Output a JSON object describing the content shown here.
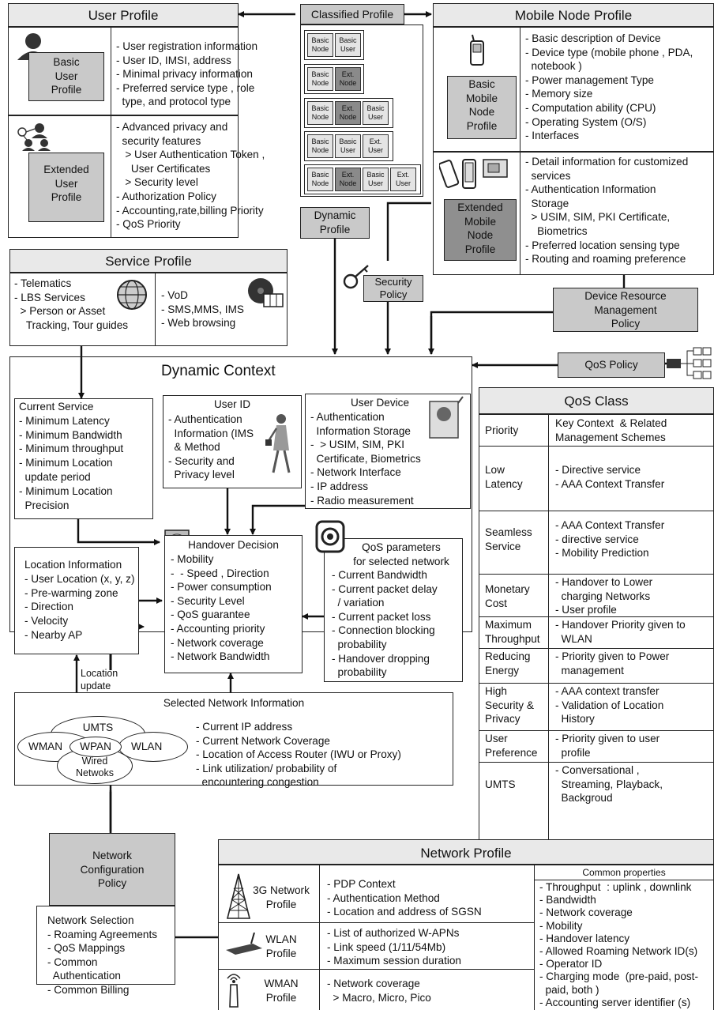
{
  "user_profile": {
    "title": "User Profile",
    "basic_label": "Basic\nUser\nProfile",
    "basic_items": "- User registration information\n- User ID, IMSI, address\n- Minimal privacy information\n- Preferred service type , role\n  type, and protocol type",
    "extended_label": "Extended\nUser\nProfile",
    "extended_items": "- Advanced privacy and\n  security features\n   > User Authentication Token ,\n     User Certificates\n   > Security level\n- Authorization Policy\n- Accounting,rate,billing Priority\n- QoS Priority"
  },
  "classified_profile": {
    "title": "Classified Profile",
    "rows": [
      [
        "Basic\nNode",
        "Basic\nUser"
      ],
      [
        "Basic\nNode",
        "Ext.\nNode"
      ],
      [
        "Basic\nNode",
        "Ext.\nNode",
        "Basic\nUser"
      ],
      [
        "Basic\nNode",
        "Basic\nUser",
        "Ext.\nUser"
      ],
      [
        "Basic\nNode",
        "Ext.\nNode",
        "Basic\nUser",
        "Ext.\nUser"
      ]
    ],
    "dynamic_profile": "Dynamic\nProfile"
  },
  "mobile_node_profile": {
    "title": "Mobile Node Profile",
    "basic_label": "Basic\nMobile\nNode\nProfile",
    "basic_items": "- Basic description of Device\n- Device type (mobile phone , PDA,\n  notebook )\n- Power management Type\n- Memory size\n- Computation ability (CPU)\n- Operating System (O/S)\n- Interfaces",
    "extended_label": "Extended\nMobile\nNode\nProfile",
    "extended_items": "- Detail information for customized\n  services\n- Authentication Information\n  Storage\n  > USIM, SIM, PKI Certificate,\n    Biometrics\n- Preferred location sensing type\n- Routing and roaming preference"
  },
  "service_profile": {
    "title": "Service Profile",
    "left_items": "- Telematics\n- LBS Services\n  > Person or Asset\n    Tracking, Tour guides",
    "right_items": "- VoD\n- SMS,MMS, IMS\n- Web browsing"
  },
  "security_policy": "Security\nPolicy",
  "device_resource_policy": "Device Resource\nManagement\nPolicy",
  "qos_policy": "QoS Policy",
  "dynamic_context": {
    "title": "Dynamic Context",
    "current_service": "Current Service\n- Minimum Latency\n- Minimum Bandwidth\n- Minimum throughput\n- Minimum Location\n  update period\n- Minimum Location\n  Precision",
    "user_id_title": "User ID",
    "user_id_items": "- Authentication\n  Information (IMS\n  & Method\n- Security and\n  Privacy level",
    "user_device_title": "User Device",
    "user_device_items": "- Authentication\n  Information Storage\n-  > USIM, SIM, PKI\n  Certificate, Biometrics\n- Network Interface\n- IP address\n- Radio measurement",
    "location_info": "Location Information\n- User Location (x, y, z)\n- Pre-warming zone\n- Direction\n- Velocity\n- Nearby AP",
    "handover_title": "Handover Decision",
    "handover_items": "- Mobility\n-  - Speed , Direction\n- Power consumption\n- Security Level\n- QoS guarantee\n- Accounting priority\n- Network coverage\n- Network Bandwidth",
    "qos_params_title": "QoS parameters\nfor selected network",
    "qos_params_items": "- Current Bandwidth\n- Current packet delay\n  / variation\n- Current packet loss\n- Connection blocking\n  probability\n- Handover dropping\n  probability",
    "location_update": "Location\nupdate",
    "selected_network_title": "Selected Network Information",
    "networks": [
      "UMTS",
      "WMAN",
      "WPAN",
      "WLAN",
      "Wired\nNetwoks"
    ],
    "selected_network_items": "- Current IP address\n- Current Network Coverage\n- Location of Access Router (IWU or Proxy)\n- Link utilization/ probability of\n  encountering congestion"
  },
  "qos_class": {
    "title": "QoS Class",
    "rows": [
      {
        "name": "Priority",
        "desc": "Key Context  & Related\nManagement Schemes"
      },
      {
        "name": "Low\nLatency",
        "desc": "- Directive service\n- AAA Context Transfer"
      },
      {
        "name": "Seamless\nService",
        "desc": "- AAA Context Transfer\n- directive service\n- Mobility Prediction"
      },
      {
        "name": "Monetary\nCost",
        "desc": "- Handover to Lower\n  charging Networks\n- User profile"
      },
      {
        "name": "Maximum\nThroughput",
        "desc": "- Handover Priority given to\n  WLAN"
      },
      {
        "name": "Reducing\nEnergy",
        "desc": "- Priority given to Power\n  management"
      },
      {
        "name": "High\nSecurity &\nPrivacy",
        "desc": "- AAA context transfer\n- Validation of Location\n  History"
      },
      {
        "name": "User\nPreference",
        "desc": "- Priority given to user\n  profile"
      },
      {
        "name": "UMTS",
        "desc": "- Conversational ,\n  Streaming, Playback,\n  Backgroud"
      }
    ]
  },
  "network_config_policy": "Network\nConfiguration\nPolicy",
  "network_selection": "Network Selection\n- Roaming Agreements\n- QoS Mappings\n- Common\n  Authentication\n- Common Billing",
  "network_profile": {
    "title": "Network Profile",
    "rows": [
      {
        "name": "3G Network\nProfile",
        "items": "- PDP Context\n- Authentication Method\n- Location and address of SGSN"
      },
      {
        "name": "WLAN\nProfile",
        "items": "- List of authorized W-APNs\n- Link speed (1/11/54Mb)\n- Maximum session duration"
      },
      {
        "name": "WMAN\nProfile",
        "items": "- Network coverage\n  > Macro, Micro, Pico"
      }
    ],
    "common_title": "Common properties",
    "common_items": "- Throughput  : uplink , downlink\n- Bandwidth\n- Network coverage\n- Mobility\n- Handover latency\n- Allowed Roaming Network ID(s)\n- Operator ID\n- Charging mode  (pre-paid, post-\n  paid, both )\n- Accounting server identifier (s)"
  }
}
